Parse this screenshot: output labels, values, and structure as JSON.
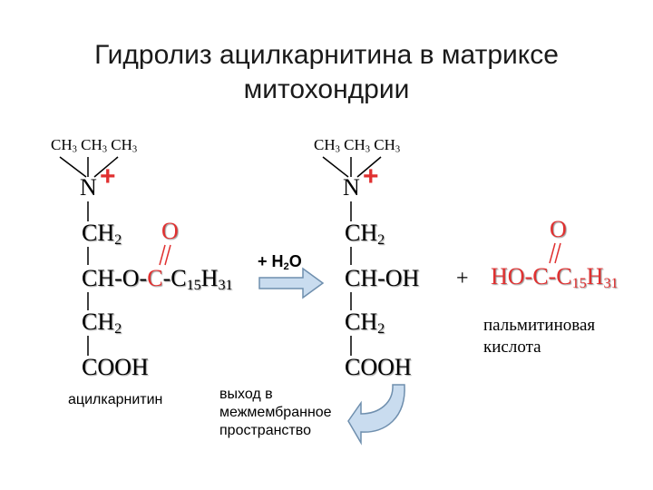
{
  "title": {
    "line1": "Гидролиз ацилкарнитина в матриксе",
    "line2": "митохондрии"
  },
  "left": {
    "methyls": [
      "CH",
      "3",
      "CH",
      "3",
      "CH",
      "3"
    ],
    "n": "N",
    "plus": "+",
    "ch2_top": "CH",
    "ch2_top_sub": "2",
    "o": "O",
    "ch_o": "CH-O-",
    "c": "C",
    "c15_pre": "-C",
    "c15_sub": "15",
    "h": "H",
    "h_sub": "31",
    "ch2_bottom": "CH",
    "ch2_bottom_sub": "2",
    "cooh": "COOH",
    "caption": "ацилкарнитин"
  },
  "reagent": {
    "plus_h": "+ H",
    "h2o_sub": "2",
    "o": "O"
  },
  "middle": {
    "methyls": [
      "CH",
      "3",
      "CH",
      "3",
      "CH",
      "3"
    ],
    "n": "N",
    "plus": "+",
    "ch2_top": "CH",
    "ch2_top_sub": "2",
    "choh": "CH-OH",
    "ch2_bottom": "CH",
    "ch2_bottom_sub": "2",
    "cooh": "COOH"
  },
  "exit_note": [
    "выход в",
    "межмембранное",
    "пространство"
  ],
  "product": {
    "plus": "+",
    "o": "O",
    "ho_c": "HO-C-C",
    "sub15": "15",
    "h": "H",
    "sub31": "31",
    "caption": [
      "пальмитиновая",
      "кислота"
    ]
  },
  "colors": {
    "red": "#e03030",
    "arrow_fill": "#c9dcef",
    "arrow_stroke": "#6f8fae"
  }
}
